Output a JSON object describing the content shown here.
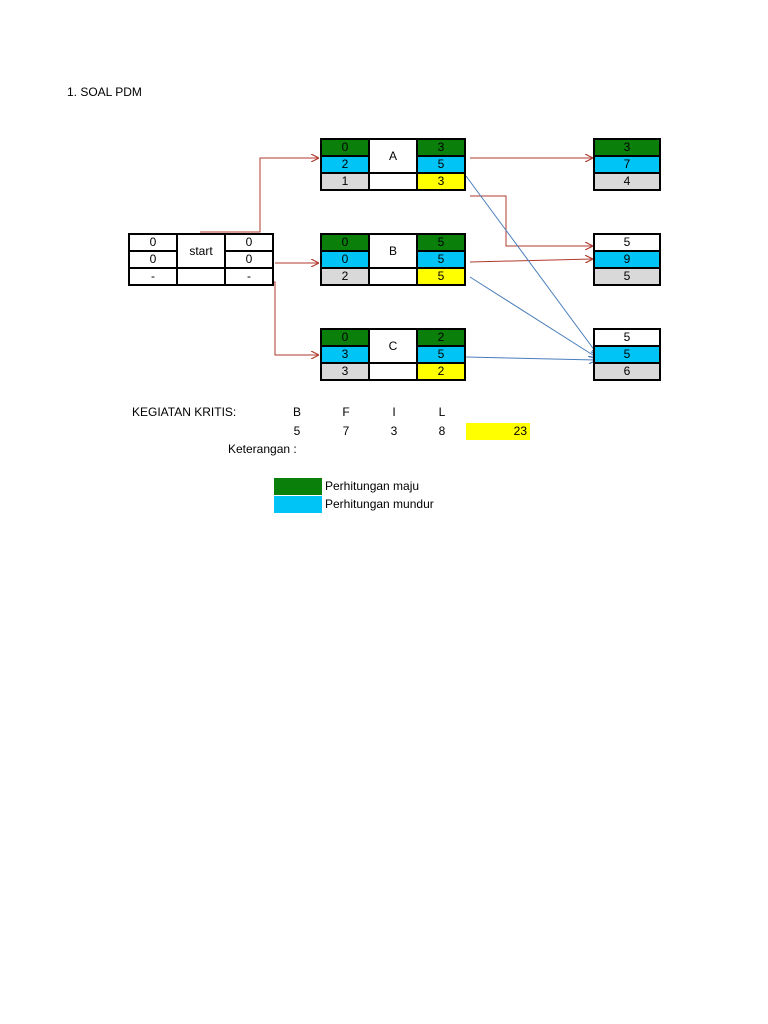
{
  "title": "1. SOAL PDM",
  "colors": {
    "forward": "#0a7f0a",
    "backward": "#00c4f5",
    "float": "#d9d9d9",
    "critical": "#ffff00",
    "arrow_red": "#b03a2e",
    "arrow_blue": "#4a7ebb"
  },
  "start_node": {
    "label": "start",
    "left": [
      "0",
      "0",
      "-"
    ],
    "right": [
      "0",
      "0",
      "-"
    ]
  },
  "nodes": {
    "A": {
      "label": "A",
      "left": [
        "0",
        "2",
        "1"
      ],
      "right": [
        "3",
        "5",
        "3"
      ]
    },
    "B": {
      "label": "B",
      "left": [
        "0",
        "0",
        "2"
      ],
      "right": [
        "5",
        "5",
        "5"
      ]
    },
    "C": {
      "label": "C",
      "left": [
        "0",
        "3",
        "3"
      ],
      "right": [
        "2",
        "5",
        "2"
      ]
    }
  },
  "right_nodes": {
    "R1": [
      "3",
      "7",
      "4"
    ],
    "R2": [
      "5",
      "9",
      "5"
    ],
    "R3": [
      "5",
      "5",
      "6"
    ]
  },
  "kritis": {
    "label": "KEGIATAN KRITIS:",
    "activities": [
      "B",
      "F",
      "I",
      "L"
    ],
    "durations": [
      "5",
      "7",
      "3",
      "8"
    ],
    "total": "23"
  },
  "keterangan": {
    "label": "Keterangan :",
    "forward": "Perhitungan maju",
    "backward": "Perhitungan mundur"
  }
}
